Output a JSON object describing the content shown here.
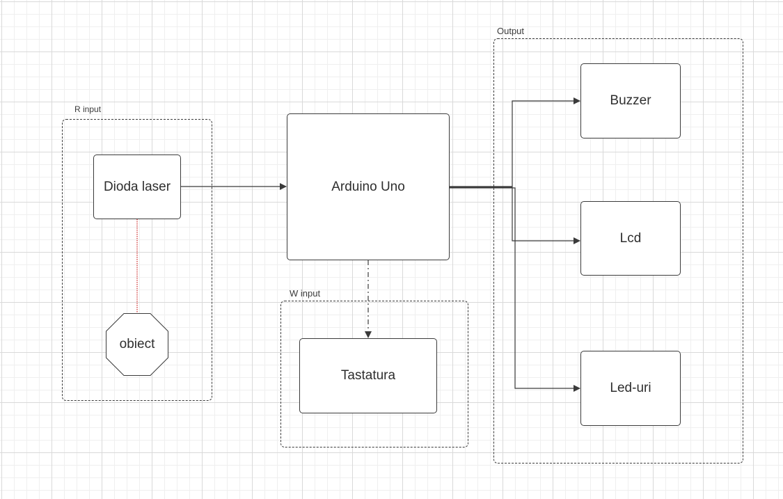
{
  "diagram": {
    "groups": {
      "r_input": {
        "label": "R input"
      },
      "w_input": {
        "label": "W input"
      },
      "output": {
        "label": "Output"
      }
    },
    "nodes": {
      "dioda_laser": {
        "label": "Dioda laser"
      },
      "obiect": {
        "label": "obiect"
      },
      "arduino": {
        "label": "Arduino Uno"
      },
      "tastatura": {
        "label": "Tastatura"
      },
      "buzzer": {
        "label": "Buzzer"
      },
      "lcd": {
        "label": "Lcd"
      },
      "leduri": {
        "label": "Led-uri"
      }
    },
    "colors": {
      "line": "#3a3a3a",
      "laser_beam": "#cc2222",
      "grid_major": "#d9d9d9",
      "grid_minor": "#efefef"
    }
  }
}
